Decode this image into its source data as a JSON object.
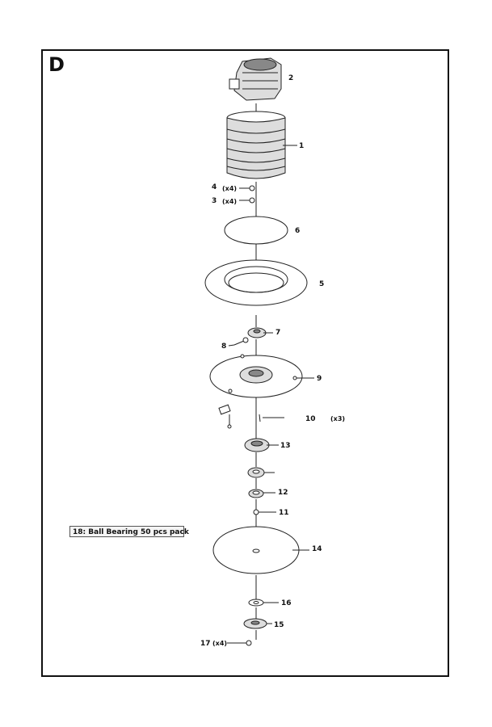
{
  "section_letter": "D",
  "note": "18: Ball Bearing 50 pcs pack",
  "labels": {
    "p1": "1",
    "p2": "2",
    "p3": "3",
    "p4": "4",
    "p5": "5",
    "p6": "6",
    "p7": "7",
    "p8": "8",
    "p9": "9",
    "p10": "10",
    "p11": "11",
    "p12": "12",
    "p13": "13",
    "p14": "14",
    "p15": "15",
    "p16": "16",
    "p17": "17"
  },
  "quantities": {
    "p3": "(x4)",
    "p4": "(x4)",
    "p10": "(x3)",
    "p17": "(x4)"
  }
}
